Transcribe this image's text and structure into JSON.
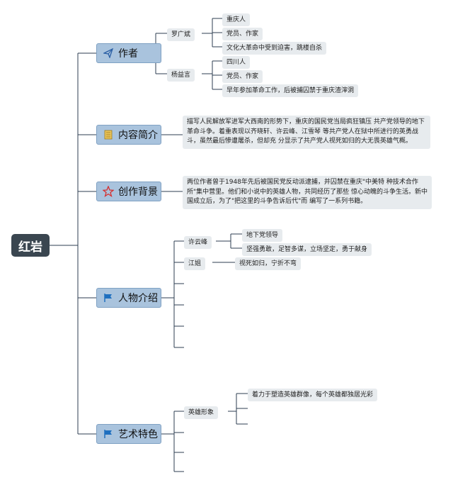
{
  "root": {
    "label": "红岩"
  },
  "author": {
    "label": "作者",
    "people": [
      {
        "name": "罗广斌",
        "facts": [
          "重庆人",
          "党员、作家",
          "文化大革命中受到迫害，跳楼自杀"
        ]
      },
      {
        "name": "杨益言",
        "facts": [
          "四川人",
          "党员、作家",
          "早年参加革命工作，后被捕囚禁于重庆渣滓洞"
        ]
      }
    ]
  },
  "summary": {
    "label": "内容简介",
    "text": "描写人民解放军进军大西南的形势下，重庆的国民党当局疯狂镇压 共产党领导的地下革命斗争。着重表现以齐晓轩、许云峰、江雪琴 等共产党人在狱中所进行的英勇战斗，虽然最后惨遭屠杀，但却充 分显示了共产党人视死如归的大无畏英雄气概。"
  },
  "background": {
    "label": "创作背景",
    "text": "两位作者曾于1948年先后被国民党反动派逮捕，并囚禁在重庆\"中美特 种技术合作所\"集中营里。他们和小说中的英雄人物，共同经历了那些 惊心动魄的斗争生活。新中国成立后，为了\"把这里的斗争告诉后代\"而 编写了一系列书籍。"
  },
  "characters": {
    "label": "人物介绍",
    "people": [
      {
        "name": "许云峰",
        "traits": [
          "地下党领导",
          "坚强勇敢，足智多谋，立场坚定，勇于献身"
        ]
      },
      {
        "name": "江姐",
        "traits": [
          "视死如归，宁折不弯"
        ]
      }
    ]
  },
  "art": {
    "label": "艺术特色",
    "items": [
      {
        "name": "英雄形象",
        "details": [
          "着力于塑造英雄群像，每个英雄都独居光彩"
        ]
      }
    ]
  },
  "colors": {
    "root": "#3a4650",
    "branch": "#a9c3dd",
    "node": "#e7ebee",
    "line": "#2c3e50"
  },
  "icons": {
    "author": "paper-plane-icon",
    "summary": "book-icon",
    "background": "star-icon",
    "characters": "flag-icon",
    "art": "flag-icon"
  }
}
